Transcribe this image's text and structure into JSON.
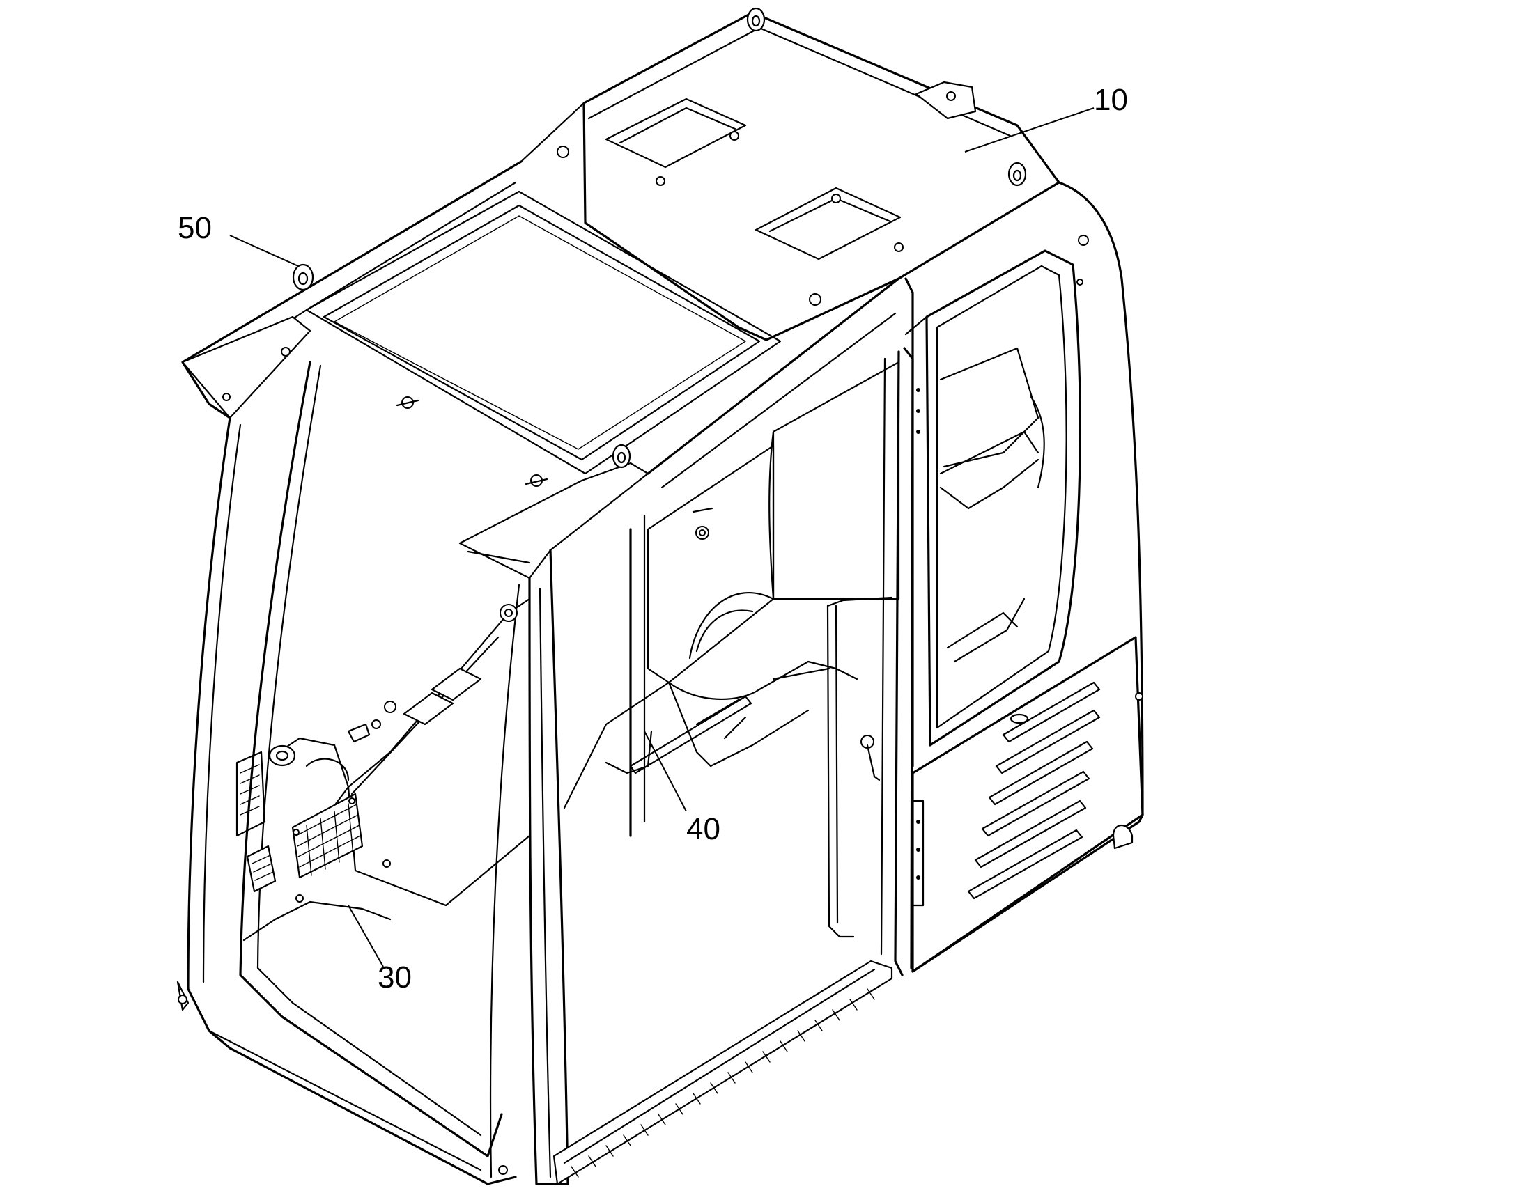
{
  "figure": {
    "labels": [
      {
        "id": "10",
        "text": "10"
      },
      {
        "id": "30",
        "text": "30"
      },
      {
        "id": "40",
        "text": "40"
      },
      {
        "id": "50",
        "text": "50"
      }
    ]
  }
}
